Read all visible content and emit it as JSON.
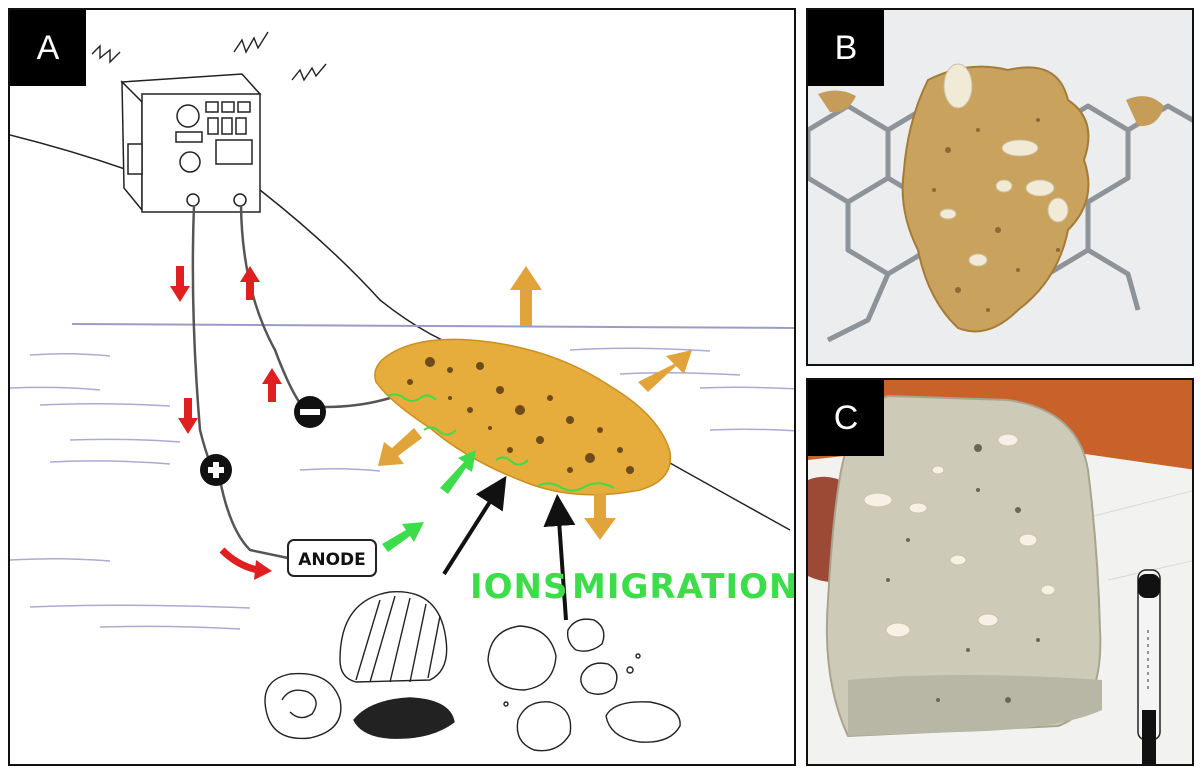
{
  "panels": {
    "a": {
      "tag": "A"
    },
    "b": {
      "tag": "B"
    },
    "c": {
      "tag": "C"
    }
  },
  "diagram": {
    "anode_label": "ANODE",
    "ions_label": "IONS",
    "migration_label": "MIGRATION",
    "plus_symbol": "+",
    "minus_symbol": "−"
  },
  "colors": {
    "deposit": "#e6ad3c",
    "outward_arrow": "#e0a43a",
    "current_arrow": "#e02020",
    "ion_arrow": "#3ddc4a",
    "sea_line": "#9a9cc8",
    "ink": "#1a1a1a"
  }
}
